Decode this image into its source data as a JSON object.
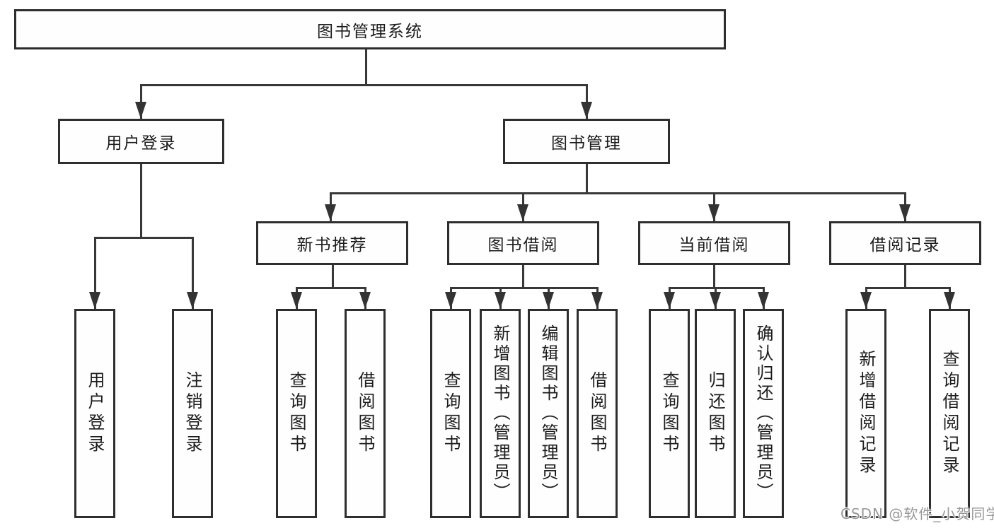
{
  "root": {
    "label": "图书管理系统"
  },
  "branches": [
    {
      "label": "用户登录",
      "leaves": [
        {
          "label": "用户登录"
        },
        {
          "label": "注销登录"
        }
      ]
    },
    {
      "label": "图书管理",
      "groups": [
        {
          "label": "新书推荐",
          "leaves": [
            {
              "label": "查询图书"
            },
            {
              "label": "借阅图书"
            }
          ]
        },
        {
          "label": "图书借阅",
          "leaves": [
            {
              "label": "查询图书"
            },
            {
              "label": "新增图书（管理员）"
            },
            {
              "label": "编辑图书（管理员）"
            },
            {
              "label": "借阅图书"
            }
          ]
        },
        {
          "label": "当前借阅",
          "leaves": [
            {
              "label": "查询图书"
            },
            {
              "label": "归还图书"
            },
            {
              "label": "确认归还（管理员）"
            }
          ]
        },
        {
          "label": "借阅记录",
          "leaves": [
            {
              "label": "新增借阅记录"
            },
            {
              "label": "查询借阅记录"
            }
          ]
        }
      ]
    }
  ],
  "watermark": {
    "text": "CSDN @软件_小贺同学"
  },
  "colors": {
    "line": "#383838",
    "box_border": "#2e2e2e",
    "background": "#ffffff",
    "text": "#1c1c1c",
    "watermark": "#8a8a8a"
  }
}
